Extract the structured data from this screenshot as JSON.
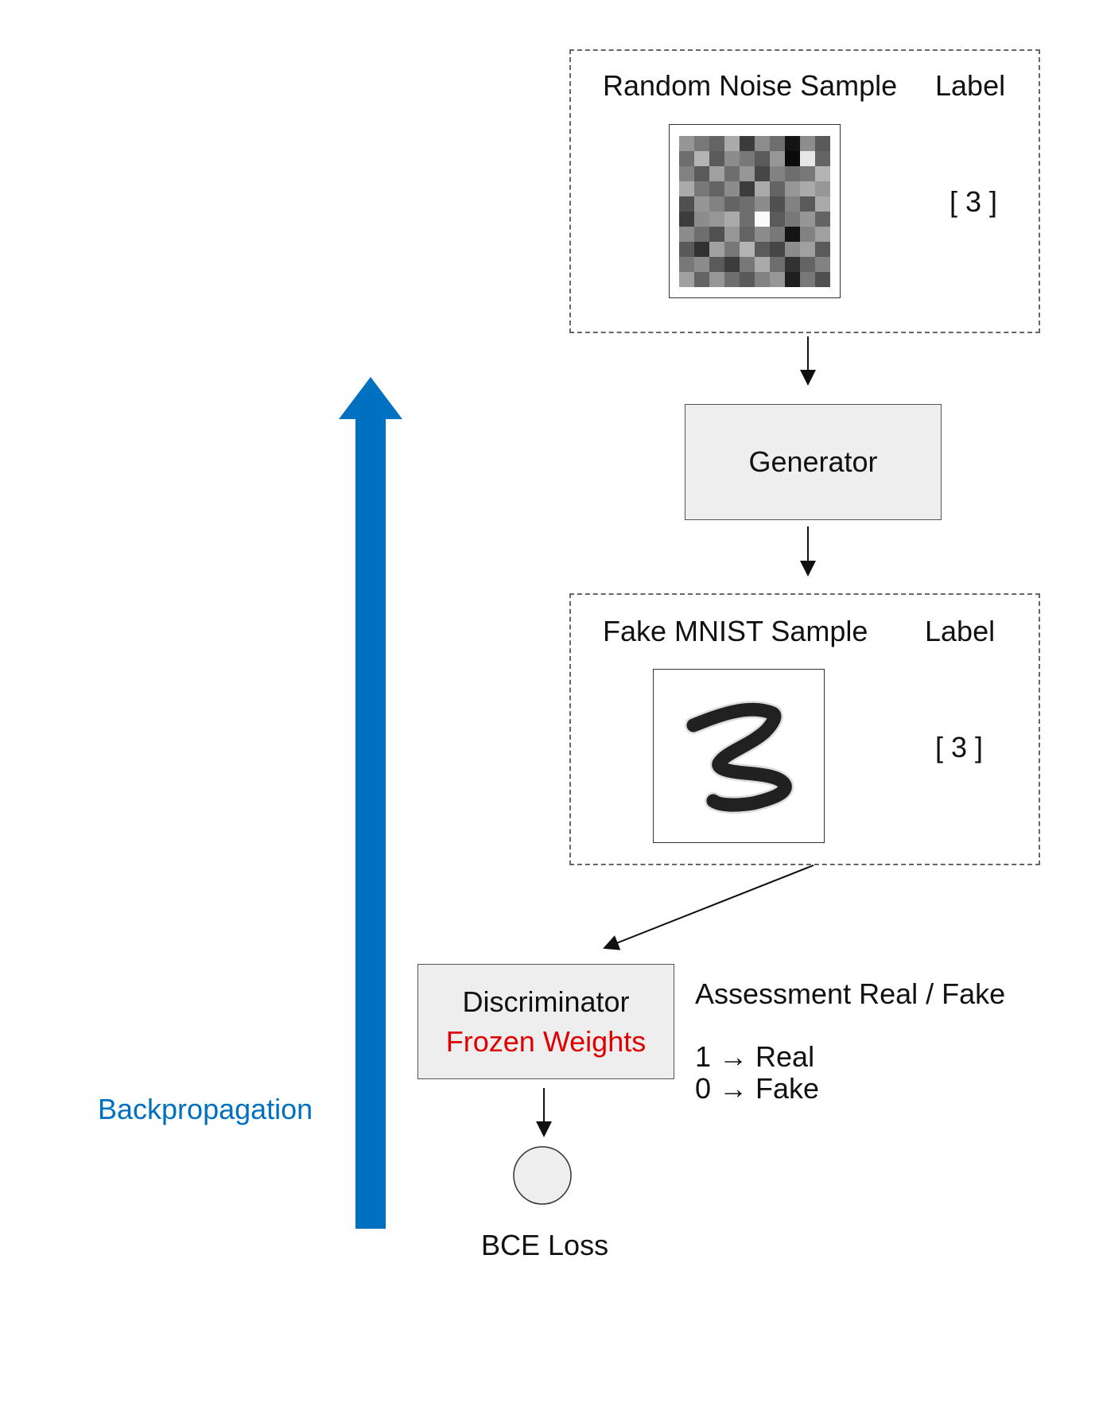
{
  "noise_panel": {
    "title": "Random Noise Sample",
    "label_header": "Label",
    "label_value": "[ 3 ]"
  },
  "generator": {
    "label": "Generator"
  },
  "fake_panel": {
    "title": "Fake MNIST Sample",
    "label_header": "Label",
    "label_value": "[ 3 ]"
  },
  "discriminator": {
    "title": "Discriminator",
    "subtitle": "Frozen Weights"
  },
  "assessment": {
    "title": "Assessment Real / Fake",
    "line1": "1 → Real",
    "line2": "0 → Fake"
  },
  "loss": {
    "label": "BCE Loss"
  },
  "backprop": {
    "label": "Backpropagation"
  },
  "colors": {
    "backprop_blue": "#0070c0",
    "frozen_red": "#e00000",
    "box_fill": "#eeeeee"
  },
  "noise_grid": [
    [
      150,
      120,
      100,
      170,
      60,
      140,
      110,
      20,
      140,
      90
    ],
    [
      110,
      180,
      90,
      140,
      120,
      90,
      150,
      10,
      230,
      100
    ],
    [
      130,
      90,
      160,
      110,
      150,
      70,
      130,
      110,
      120,
      180
    ],
    [
      170,
      120,
      100,
      140,
      60,
      170,
      100,
      150,
      170,
      150
    ],
    [
      80,
      150,
      130,
      100,
      110,
      140,
      80,
      130,
      90,
      170
    ],
    [
      60,
      140,
      150,
      170,
      110,
      250,
      90,
      120,
      150,
      100
    ],
    [
      140,
      110,
      80,
      150,
      100,
      140,
      120,
      20,
      130,
      160
    ],
    [
      90,
      50,
      160,
      120,
      180,
      90,
      70,
      140,
      160,
      90
    ],
    [
      120,
      140,
      90,
      60,
      120,
      170,
      110,
      50,
      100,
      130
    ],
    [
      160,
      100,
      150,
      110,
      90,
      130,
      150,
      30,
      120,
      80
    ]
  ]
}
